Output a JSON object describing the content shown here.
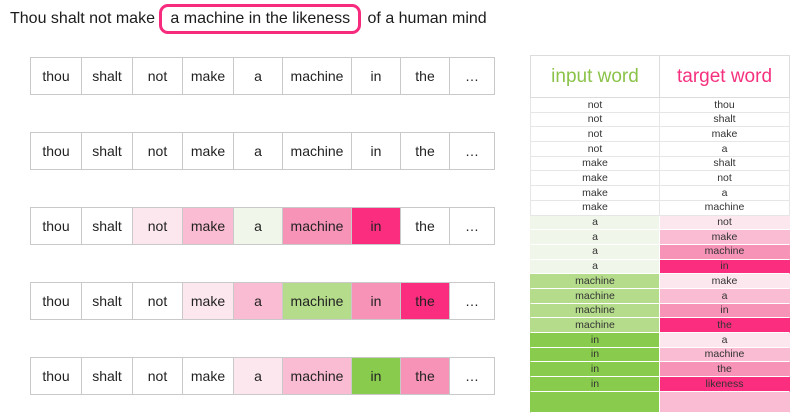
{
  "sentence": {
    "before": "Thou shalt not make ",
    "highlighted": "a machine in the likeness",
    "after": " of a human mind"
  },
  "colors": {
    "none": "#ffffff",
    "p1": "#fde7ef",
    "p2": "#f9bcd2",
    "p3": "#f693b6",
    "p4": "#fb2d7e",
    "g1": "#f0f7ea",
    "g2": "#b5dc8b",
    "g3": "#89cb4d",
    "header_green": "#8bc34a",
    "header_pink": "#f5317f",
    "highlight_box_border": "#f72a7e"
  },
  "strips": {
    "words": [
      "thou",
      "shalt",
      "not",
      "make",
      "a",
      "machine",
      "in",
      "the",
      "…"
    ],
    "rows": [
      {
        "shades": [
          "none",
          "none",
          "none",
          "none",
          "none",
          "none",
          "none",
          "none",
          "none"
        ]
      },
      {
        "shades": [
          "none",
          "none",
          "none",
          "none",
          "none",
          "none",
          "none",
          "none",
          "none"
        ]
      },
      {
        "shades": [
          "none",
          "none",
          "p1",
          "p2",
          "g1",
          "p3",
          "p4",
          "none",
          "none"
        ]
      },
      {
        "shades": [
          "none",
          "none",
          "none",
          "p1",
          "p2",
          "g2",
          "p3",
          "p4",
          "none"
        ]
      },
      {
        "shades": [
          "none",
          "none",
          "none",
          "none",
          "p1",
          "p2",
          "g3",
          "p3",
          "none"
        ]
      }
    ]
  },
  "table": {
    "headers": [
      {
        "label": "input word"
      },
      {
        "label": "target word"
      }
    ],
    "rows": [
      {
        "input": "not",
        "target": "thou",
        "input_shade": "none",
        "target_shade": "none"
      },
      {
        "input": "not",
        "target": "shalt",
        "input_shade": "none",
        "target_shade": "none"
      },
      {
        "input": "not",
        "target": "make",
        "input_shade": "none",
        "target_shade": "none"
      },
      {
        "input": "not",
        "target": "a",
        "input_shade": "none",
        "target_shade": "none"
      },
      {
        "input": "make",
        "target": "shalt",
        "input_shade": "none",
        "target_shade": "none"
      },
      {
        "input": "make",
        "target": "not",
        "input_shade": "none",
        "target_shade": "none"
      },
      {
        "input": "make",
        "target": "a",
        "input_shade": "none",
        "target_shade": "none"
      },
      {
        "input": "make",
        "target": "machine",
        "input_shade": "none",
        "target_shade": "none"
      },
      {
        "input": "a",
        "target": "not",
        "input_shade": "g1",
        "target_shade": "p1"
      },
      {
        "input": "a",
        "target": "make",
        "input_shade": "g1",
        "target_shade": "p2"
      },
      {
        "input": "a",
        "target": "machine",
        "input_shade": "g1",
        "target_shade": "p3"
      },
      {
        "input": "a",
        "target": "in",
        "input_shade": "g1",
        "target_shade": "p4"
      },
      {
        "input": "machine",
        "target": "make",
        "input_shade": "g2",
        "target_shade": "p1"
      },
      {
        "input": "machine",
        "target": "a",
        "input_shade": "g2",
        "target_shade": "p2"
      },
      {
        "input": "machine",
        "target": "in",
        "input_shade": "g2",
        "target_shade": "p3"
      },
      {
        "input": "machine",
        "target": "the",
        "input_shade": "g2",
        "target_shade": "p4"
      },
      {
        "input": "in",
        "target": "a",
        "input_shade": "g3",
        "target_shade": "p1"
      },
      {
        "input": "in",
        "target": "machine",
        "input_shade": "g3",
        "target_shade": "p2"
      },
      {
        "input": "in",
        "target": "the",
        "input_shade": "g3",
        "target_shade": "p3"
      },
      {
        "input": "in",
        "target": "likeness",
        "input_shade": "g3",
        "target_shade": "p4"
      },
      {
        "input": "",
        "target": "",
        "input_shade": "g3",
        "target_shade": "p2",
        "partial": true
      }
    ]
  }
}
